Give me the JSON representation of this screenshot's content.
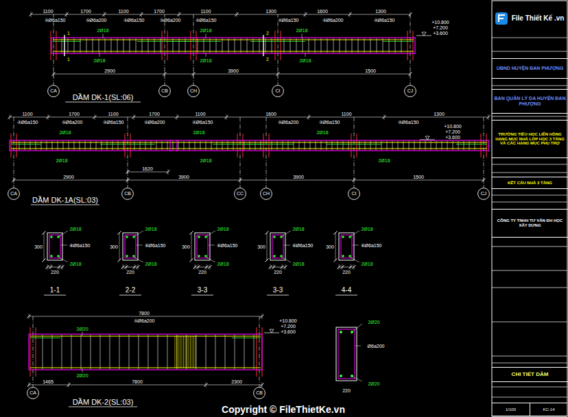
{
  "diagram": {
    "nodes": [
      {
        "text": [
          "CA"
        ]
      },
      {
        "text": [
          "CB"
        ]
      },
      {
        "text": [
          "CH"
        ]
      },
      {
        "text": [
          "CI"
        ]
      },
      {
        "text": [
          "CJ"
        ]
      },
      {
        "text": [
          "CA"
        ]
      },
      {
        "text": [
          "CB"
        ]
      },
      {
        "text": [
          "CC"
        ]
      },
      {
        "text": [
          "CH"
        ]
      },
      {
        "text": [
          "CI"
        ]
      },
      {
        "text": [
          "CJ"
        ]
      },
      {
        "text": [
          "CA"
        ]
      },
      {
        "text": [
          "CB"
        ]
      },
      {
        "text": [
          "UBND HUYỆN ĐAN PHƯỢNG"
        ]
      },
      {
        "text": [
          "BAN QUẢN LÝ DA HUYỆN ĐAN PHƯỢNG"
        ]
      },
      {
        "text": [
          "TRƯỜNG TIỂU HỌC LIÊN HỒNG HẠNG MỤC NHÀ LỚP HỌC 3 TẦNG VÀ CÁC HẠNG MỤC PHỤ TRỢ"
        ]
      },
      {
        "text": [
          "KẾT CẤU NHÀ 3 TẦNG"
        ]
      },
      {
        "text": [
          "CÔNG TY TNHH TƯ VẤN ĐH HỌC XÂY DỰNG"
        ]
      },
      {
        "text": [
          "CHI TIẾT DẦM"
        ]
      },
      {
        "text": [
          "1/100"
        ]
      },
      {
        "text": [
          "KC-14"
        ]
      }
    ],
    "labels": [
      "1100",
      "1700",
      "1100",
      "1700",
      "1100",
      "1300",
      "1600",
      "1300",
      "④Ø6a150",
      "⑤Ø6a200",
      "④Ø6a150",
      "⑤Ø6a200",
      "④Ø6a150",
      "④Ø6a150",
      "⑤Ø6a200",
      "④Ø6a150",
      "2Ø18",
      "2Ø18",
      "2Ø18",
      "2Ø18",
      "2Ø18",
      "2Ø18",
      "1",
      "1",
      "2",
      "2",
      "2900",
      "3900",
      "1500",
      "+10.800",
      "+7.200",
      "+3.600",
      "DẦM DK-1(SL:06)",
      "1100",
      "1700",
      "1100",
      "1700",
      "1100",
      "1600",
      "1100",
      "1300",
      "④Ø6a150",
      "⑤Ø6a200",
      "④Ø6a150",
      "⑤Ø6a200",
      "④Ø6a150",
      "⑤Ø6a200",
      "④Ø6a150",
      "④Ø6a150",
      "2Ø18",
      "2Ø18",
      "2Ø18",
      "2Ø18",
      "2Ø18",
      "2Ø18",
      "2900",
      "3900",
      "3900",
      "1500",
      "1620",
      "+10.800",
      "+7.200",
      "+3.600",
      "DẦM DK-1A(SL:03)",
      "1-1",
      "2Ø18",
      "⑥Ø6a150",
      "2Ø18",
      "300",
      "220",
      "2-2",
      "2Ø18",
      "⑥Ø6a150",
      "2Ø18",
      "300",
      "220",
      "3-3",
      "2Ø18",
      "⑥Ø6a150",
      "2Ø18",
      "300",
      "220",
      "3-3",
      "2Ø18",
      "⑥Ø6a150",
      "2Ø18",
      "300",
      "220",
      "4-4",
      "2Ø18",
      "⑥Ø6a150",
      "2Ø18",
      "300",
      "220",
      "7800",
      "⑤Ø6a200",
      "2Ø20",
      "2Ø20",
      "1465",
      "2300",
      "7800",
      "+10.800",
      "+7.200",
      "+3.600",
      "DẦM DK-2(SL:03)",
      "2Ø20",
      "Ø6a200",
      "2Ø20",
      "220",
      "Copyright © FileThietKe.vn",
      "File Thiết Kế .vn"
    ]
  }
}
